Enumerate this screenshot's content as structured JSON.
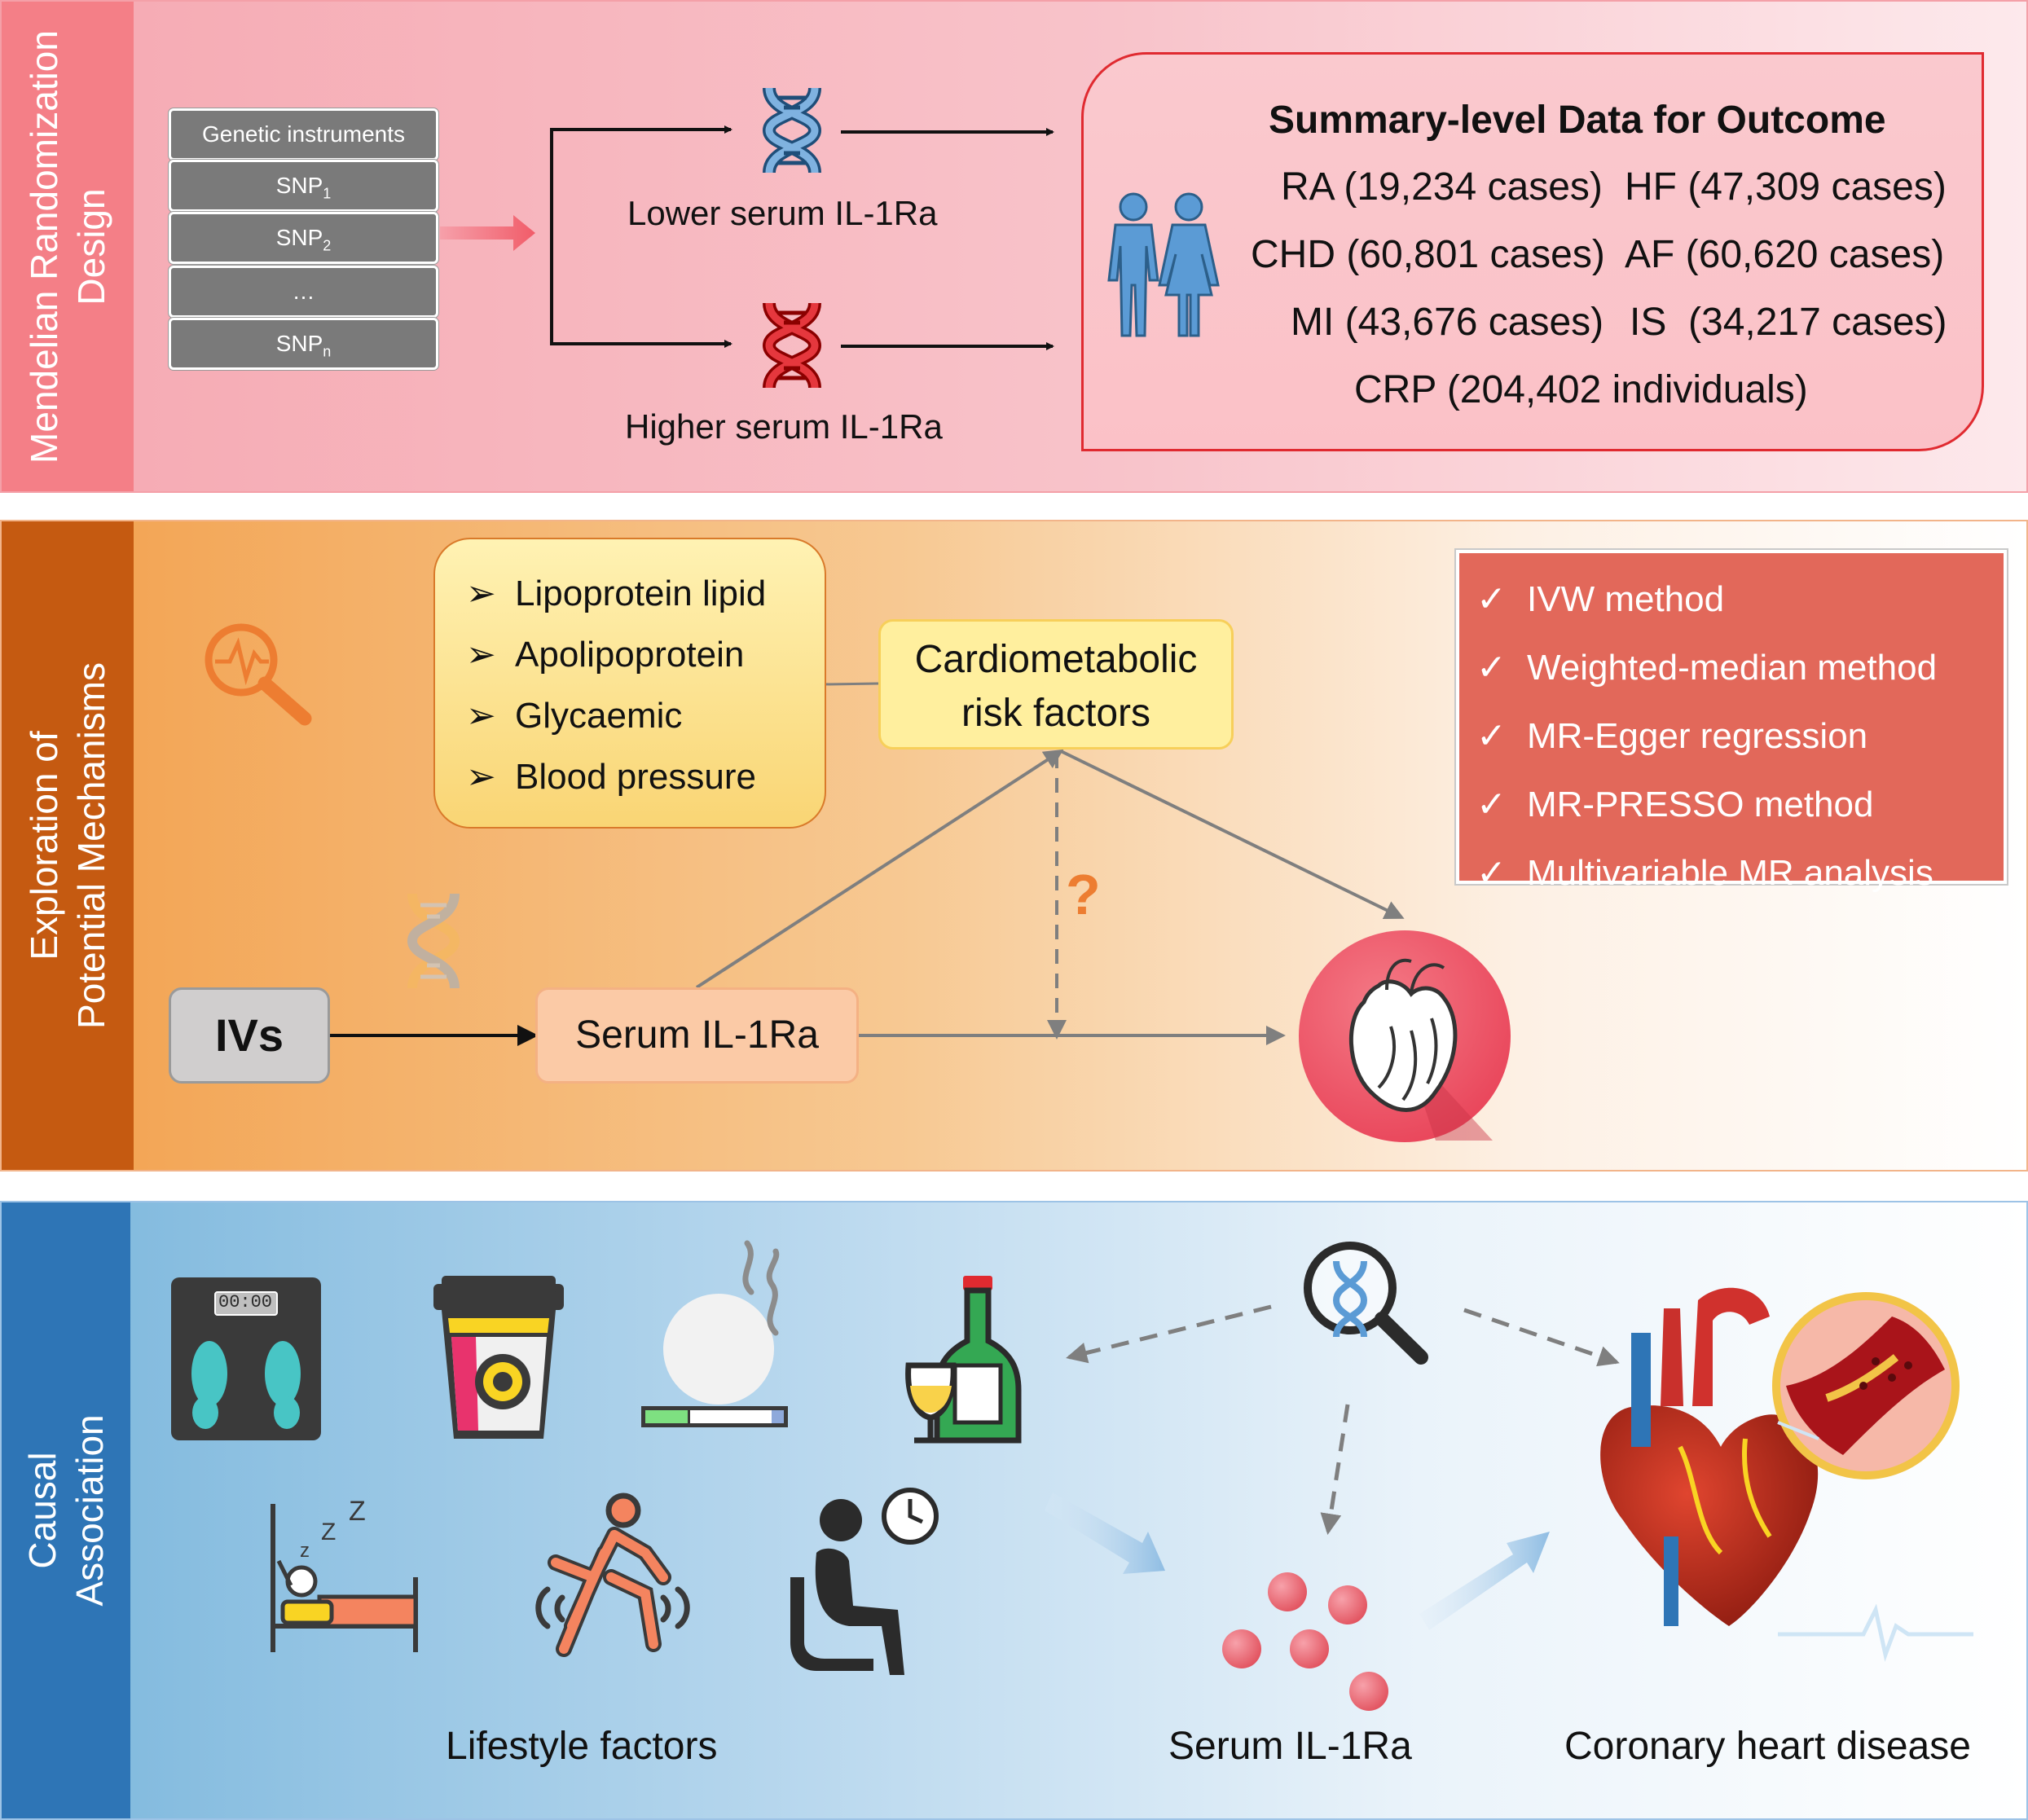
{
  "panel1": {
    "sidebar_lines": [
      "Mendelian Randomization",
      "Design"
    ],
    "instruments": {
      "header": "Genetic instruments",
      "items": [
        {
          "base": "SNP",
          "sub": "1"
        },
        {
          "base": "SNP",
          "sub": "2"
        },
        {
          "base": "…",
          "sub": ""
        },
        {
          "base": "SNP",
          "sub": "n"
        }
      ]
    },
    "lower_label": "Lower serum IL-1Ra",
    "higher_label": "Higher serum IL-1Ra",
    "outcome_title": "Summary-level Data for Outcome",
    "outcomes": [
      [
        "RA (19,234 cases)",
        "HF (47,309 cases)"
      ],
      [
        "CHD (60,801 cases)",
        "AF (60,620 cases)"
      ],
      [
        "MI (43,676 cases)",
        "IS  (34,217 cases)"
      ]
    ],
    "outcome_crp": "CRP (204,402 individuals)",
    "colors": {
      "band": "#f8b9c2",
      "sidebar": "#f47f87",
      "accent": "#e02a30"
    }
  },
  "panel2": {
    "sidebar_lines": [
      "Exploration of",
      "Potential Mechanisms"
    ],
    "factor_list": [
      "Lipoprotein lipid",
      "Apolipoprotein",
      "Glycaemic",
      "Blood pressure"
    ],
    "bullet": "➢",
    "cardiometabolic_lines": [
      "Cardiometabolic",
      "risk factors"
    ],
    "ivs_label": "IVs",
    "serum_label": "Serum IL-1Ra",
    "question_mark": "?",
    "check": "✓",
    "methods": [
      "IVW method",
      "Weighted-median method",
      "MR-Egger regression",
      "MR-PRESSO method",
      "Multivariable MR analysis"
    ],
    "colors": {
      "band": "#f3a85a",
      "sidebar": "#c55a11",
      "methods_bg": "#e2685a"
    }
  },
  "panel3": {
    "sidebar_lines": [
      "Causal",
      "Association"
    ],
    "scale_display": "00:00",
    "zzz": [
      "Z",
      "Z",
      "z"
    ],
    "lifestyle_label": "Lifestyle factors",
    "serum_label": "Serum IL-1Ra",
    "chd_label": "Coronary heart disease",
    "icons": [
      "scale-icon",
      "coffee-cup-icon",
      "smoking-icon",
      "wine-bottle-icon",
      "sleep-icon",
      "exercise-icon",
      "sedentary-icon",
      "dna-search-icon",
      "molecules-icon",
      "heart-artery-icon"
    ],
    "colors": {
      "band": "#8ec0e0",
      "sidebar": "#2e75b6"
    }
  }
}
